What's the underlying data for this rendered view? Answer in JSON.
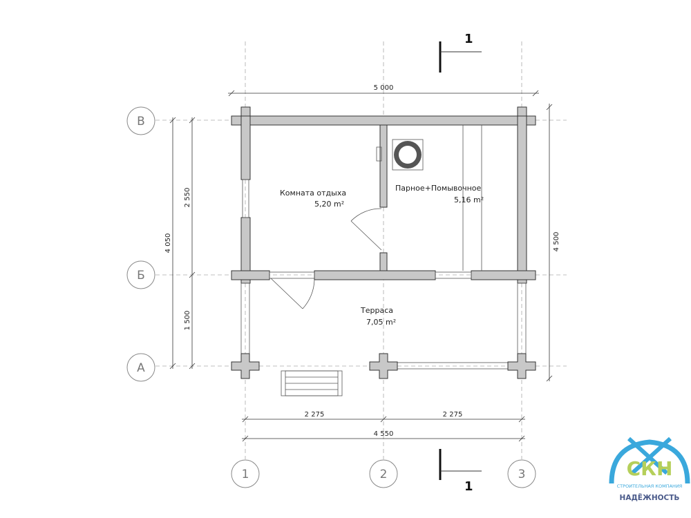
{
  "plan": {
    "rooms": [
      {
        "name": "Комната отдыха",
        "area": "5,20 m²"
      },
      {
        "name": "Парное+Помывочное",
        "area": "5,16 m²"
      },
      {
        "name": "Терраса",
        "area": "7,05 m²"
      }
    ],
    "dimensions": {
      "top_total": "5 000",
      "right_total": "4 500",
      "left_total": "4 050",
      "left_upper": "2 550",
      "left_lower": "1 500",
      "bottom_left": "2 275",
      "bottom_right": "2 275",
      "bottom_total": "4 550"
    },
    "axes_rows": [
      "В",
      "Б",
      "А"
    ],
    "axes_cols": [
      "1",
      "2",
      "3"
    ],
    "section_mark": "1"
  },
  "logo": {
    "letters": "СКН",
    "tagline": "СТРОИТЕЛЬНАЯ КОМПАНИЯ",
    "name": "НАДЁЖНОСТЬ",
    "colors": {
      "arch": "#3aa8dc",
      "letters": "#b5cf5a",
      "name": "#4a5a8a"
    }
  }
}
